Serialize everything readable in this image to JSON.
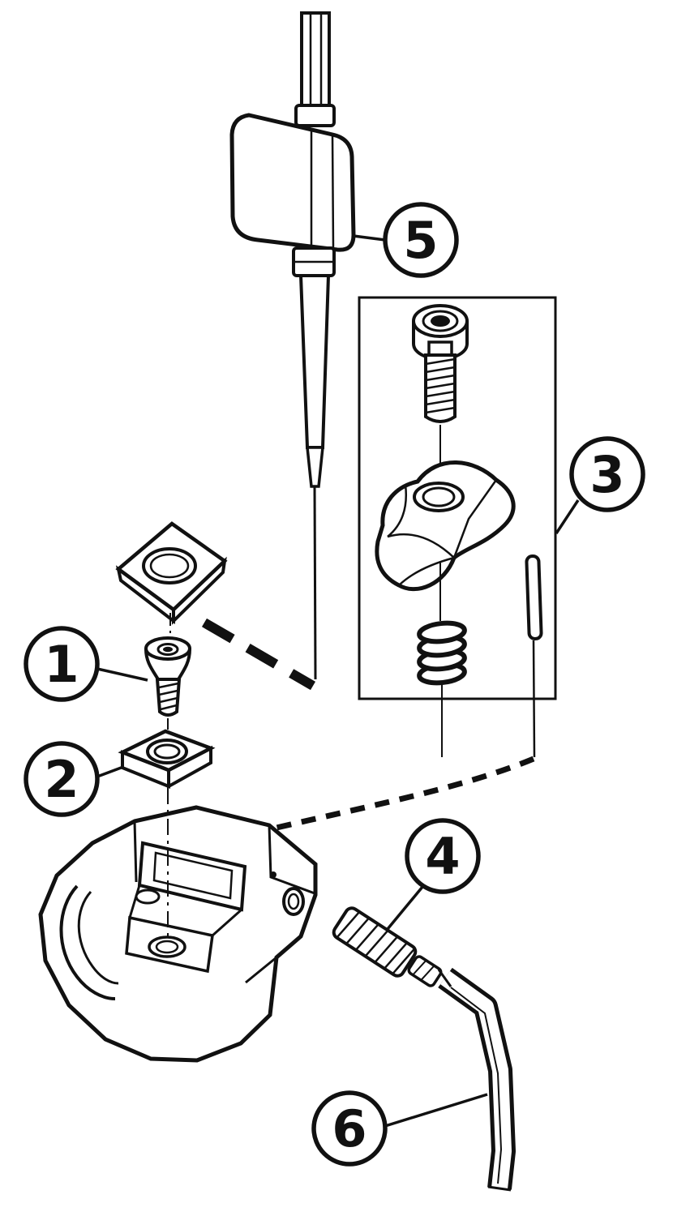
{
  "figure": {
    "type": "exploded-parts-diagram",
    "background_color": "#ffffff",
    "line_color": "#111111",
    "callouts": [
      {
        "label": "1",
        "part": "insert-screw"
      },
      {
        "label": "2",
        "part": "shim-seat"
      },
      {
        "label": "3",
        "part": "clamp-unit-group"
      },
      {
        "label": "4",
        "part": "set-screw"
      },
      {
        "label": "5",
        "part": "torque-driver"
      },
      {
        "label": "6",
        "part": "hex-key"
      }
    ]
  }
}
